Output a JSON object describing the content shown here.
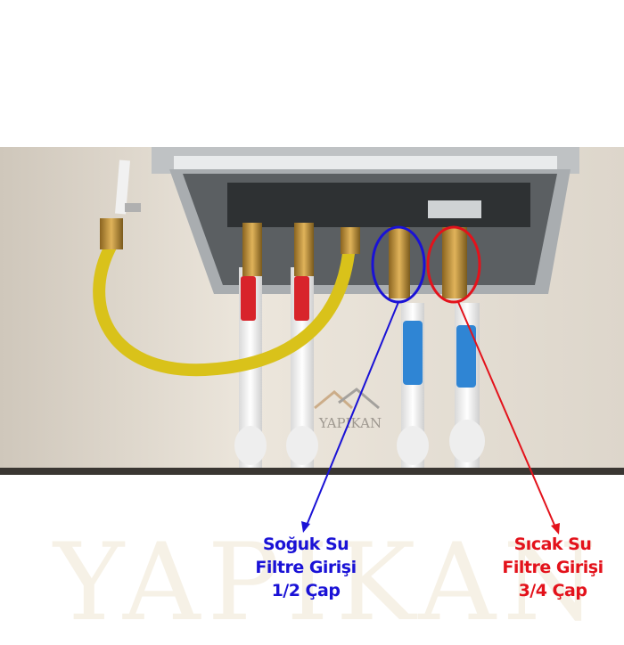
{
  "watermark": {
    "text": "YAPIKAN"
  },
  "annotations": {
    "cold": {
      "color": "#1a12d6",
      "lines": [
        "Soğuk Su",
        "Filtre Girişi",
        "1/2 Çap"
      ]
    },
    "hot": {
      "color": "#e3121b",
      "lines": [
        "Sıcak Su",
        "Filtre Girişi",
        "3/4 Çap"
      ]
    }
  }
}
